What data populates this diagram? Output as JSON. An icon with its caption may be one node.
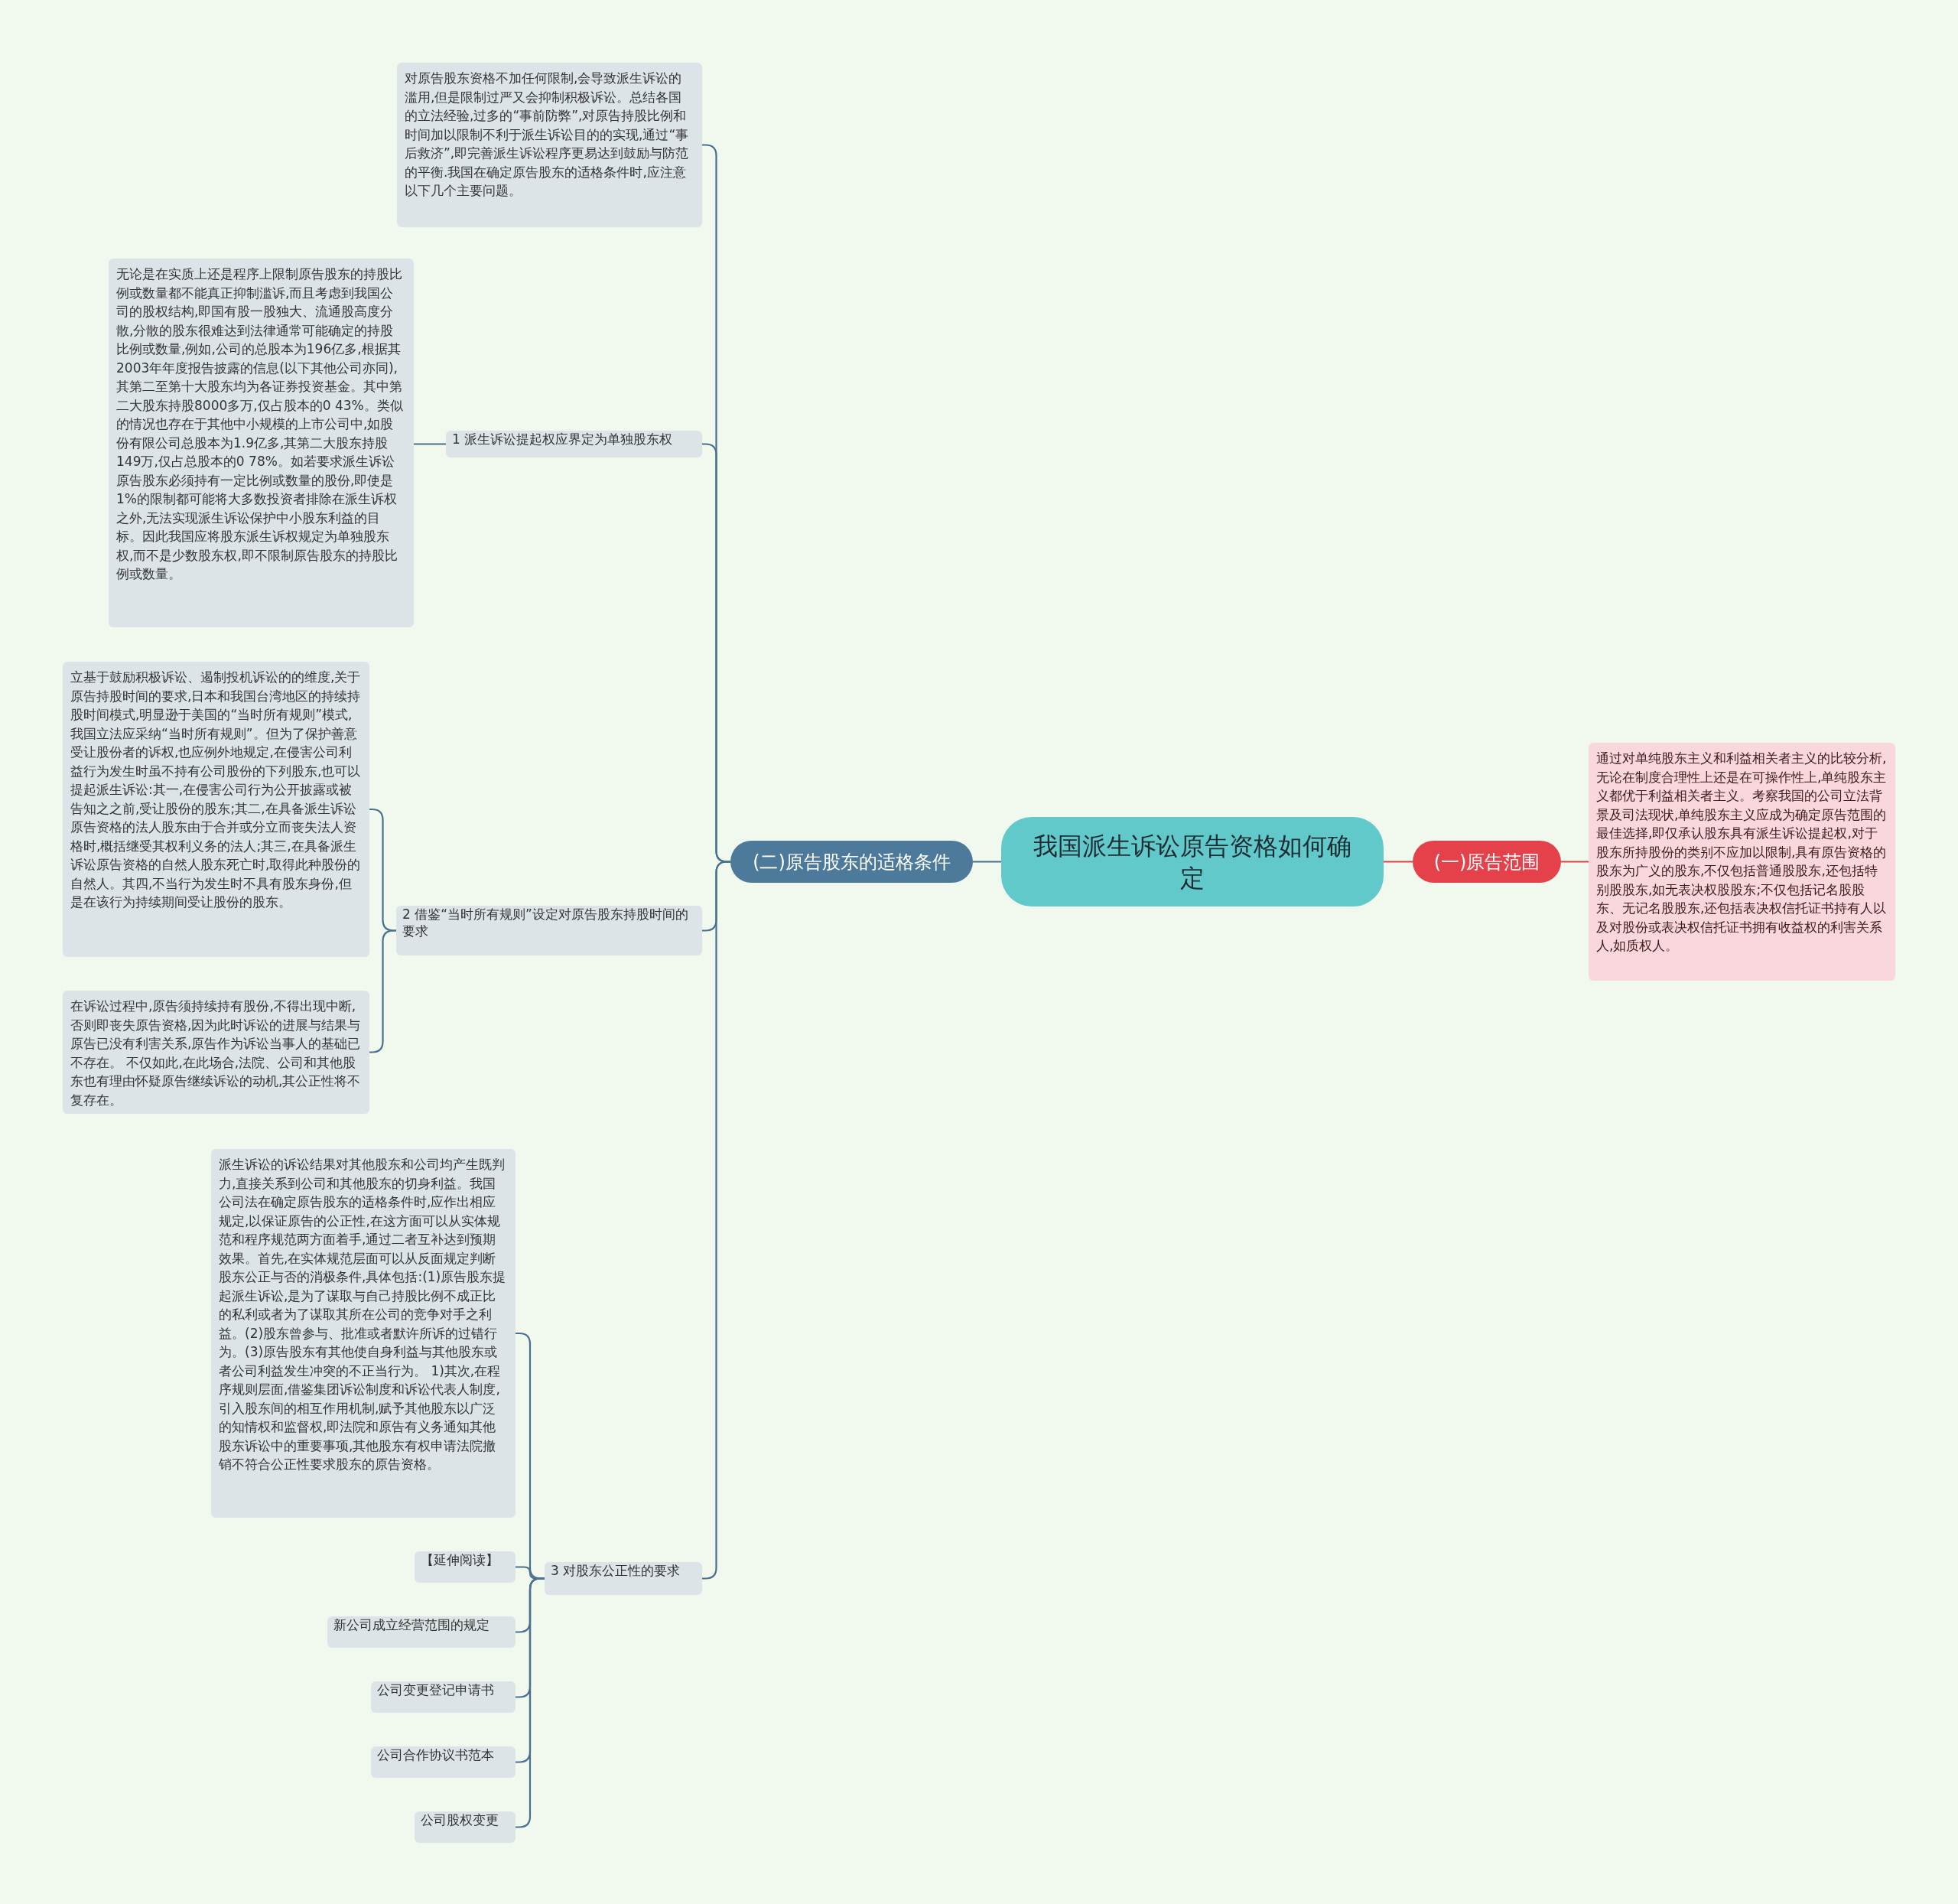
{
  "diagram": {
    "nodes": [
      {
        "text": [
          "我国派生诉讼原告资格如何确定"
        ]
      },
      {
        "text": [
          "(二)原告股东的适格条件"
        ]
      },
      {
        "text": [
          "(一)原告范围"
        ]
      },
      {
        "text": [
          "通过对单纯股东主义和利益相关者主义的比较分析,无论在制度合理性上还是在可操作性上,单纯股东主义都优于利益相关者主义。考察我国的公司立法背景及司法现状,单纯股东主义应成为确定原告范围的最佳选择,即仅承认股东具有派生诉讼提起权,对于股东所持股份的类别不应加以限制,具有原告资格的股东为广义的股东,不仅包括普通股股东,还包括特别股股东,如无表决权股股东;不仅包括记名股股东、无记名股股东,还包括表决权信托证书持有人以及对股份或表决权信托证书拥有收益权的利害关系人,如质权人。"
        ]
      },
      {
        "text": [
          "对原告股东资格不加任何限制,会导致派生诉讼的滥用,但是限制过严又会抑制积极诉讼。总结各国的立法经验,过多的“事前防弊”,对原告持股比例和时间加以限制不利于派生诉讼目的的实现,通过“事后救济”,即完善派生诉讼程序更易达到鼓励与防范的平衡.我国在确定原告股东的适格条件时,应注意以下几个主要问题。"
        ]
      },
      {
        "text": [
          "1 派生诉讼提起权应界定为单独股东权"
        ]
      },
      {
        "text": [
          "无论是在实质上还是程序上限制原告股东的持股比例或数量都不能真正抑制滥诉,而且考虑到我国公司的股权结构,即国有股一股独大、流通股高度分散,分散的股东很难达到法律通常可能确定的持股比例或数量,例如,公司的总股本为196亿多,根据其2003年年度报告披露的信息(以下其他公司亦同),其第二至第十大股东均为各证券投资基金。其中第二大股东持股8000多万,仅占股本的0 43%。类似的情况也存在于其他中小规模的上市公司中,如股份有限公司总股本为1.9亿多,其第二大股东持股149万,仅占总股本的0 78%。如若要求派生诉讼原告股东必须持有一定比例或数量的股份,即使是1%的限制都可能将大多数投资者排除在派生诉权之外,无法实现派生诉讼保护中小股东利益的目标。因此我国应将股东派生诉权规定为单独股东权,而不是少数股东权,即不限制原告股东的持股比例或数量。"
        ]
      },
      {
        "text": [
          "2 借鉴“当时所有规则”设定对原告股东持股时间的要求"
        ]
      },
      {
        "text": [
          "立基于鼓励积极诉讼、遏制投机诉讼的的维度,关于原告持股时间的要求,日本和我国台湾地区的持续持股时间模式,明显逊于美国的“当时所有规则”模式,我国立法应采纳“当时所有规则”。但为了保护善意受让股份者的诉权,也应例外地规定,在侵害公司利益行为发生时虽不持有公司股份的下列股东,也可以提起派生诉讼:其一,在侵害公司行为公开披露或被告知之之前,受让股份的股东;其二,在具备派生诉讼原告资格的法人股东由于合并或分立而丧失法人资格时,概括继受其权利义务的法人;其三,在具备派生诉讼原告资格的自然人股东死亡时,取得此种股份的自然人。其四,不当行为发生时不具有股东身份,但是在该行为持续期间受让股份的股东。"
        ]
      },
      {
        "text": [
          "在诉讼过程中,原告须持续持有股份,不得出现中断,否则即丧失原告资格,因为此时诉讼的进展与结果与原告已没有利害关系,原告作为诉讼当事人的基础已不存在。 不仅如此,在此场合,法院、公司和其他股东也有理由怀疑原告继续诉讼的动机,其公正性将不复存在。"
        ]
      },
      {
        "text": [
          "3 对股东公正性的要求"
        ]
      },
      {
        "text": [
          "派生诉讼的诉讼结果对其他股东和公司均产生既判力,直接关系到公司和其他股东的切身利益。我国公司法在确定原告股东的适格条件时,应作出相应规定,以保证原告的公正性,在这方面可以从实体规范和程序规范两方面着手,通过二者互补达到预期效果。首先,在实体规范层面可以从反面规定判断股东公正与否的消极条件,具体包括:(1)原告股东提起派生诉讼,是为了谋取与自己持股比例不成正比的私利或者为了谋取其所在公司的竞争对手之利益。(2)股东曾参与、批准或者默许所诉的过错行为。(3)原告股东有其他使自身利益与其他股东或者公司利益发生冲突的不正当行为。 1)其次,在程序规则层面,借鉴集团诉讼制度和诉讼代表人制度,引入股东间的相互作用机制,赋予其他股东以广泛的知情权和监督权,即法院和原告有义务通知其他股东诉讼中的重要事项,其他股东有权申请法院撤销不符合公正性要求股东的原告资格。"
        ]
      },
      {
        "text": [
          "【延伸阅读】"
        ]
      },
      {
        "text": [
          "新公司成立经营范围的规定"
        ]
      },
      {
        "text": [
          "公司变更登记申请书"
        ]
      },
      {
        "text": [
          "公司合作协议书范本"
        ]
      },
      {
        "text": [
          "公司股权变更"
        ]
      }
    ],
    "edges": [
      {
        "from": 0,
        "to": 2,
        "arrow": "none",
        "color": "#e0404a"
      },
      {
        "from": 2,
        "to": 3,
        "arrow": "none",
        "color": "#e0404a"
      },
      {
        "from": 0,
        "to": 1,
        "arrow": "none"
      },
      {
        "from": 1,
        "to": 4,
        "arrow": "none"
      },
      {
        "from": 1,
        "to": 5,
        "arrow": "none"
      },
      {
        "from": 1,
        "to": 7,
        "arrow": "none"
      },
      {
        "from": 1,
        "to": 10,
        "arrow": "none"
      },
      {
        "from": 5,
        "to": 6,
        "arrow": "none"
      },
      {
        "from": 7,
        "to": 8,
        "arrow": "none"
      },
      {
        "from": 7,
        "to": 9,
        "arrow": "none"
      },
      {
        "from": 10,
        "to": 11,
        "arrow": "none"
      },
      {
        "from": 10,
        "to": 12,
        "arrow": "none"
      },
      {
        "from": 10,
        "to": 13,
        "arrow": "none"
      },
      {
        "from": 10,
        "to": 14,
        "arrow": "none"
      },
      {
        "from": 10,
        "to": 15,
        "arrow": "none"
      },
      {
        "from": 10,
        "to": 16,
        "arrow": "none"
      }
    ]
  }
}
